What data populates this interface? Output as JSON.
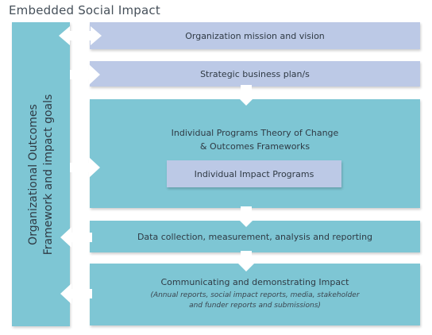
{
  "page": {
    "title": "Embedded Social Impact"
  },
  "sidebar": {
    "line1": "Organizational Outcomes",
    "line2": "Framework and impact goals"
  },
  "boxes": {
    "mission": "Organization mission and vision",
    "strategic": "Strategic business plan/s",
    "programs_line1": "Individual Programs Theory of Change",
    "programs_line2": "& Outcomes Frameworks",
    "impact_programs": "Individual Impact Programs",
    "data_collection": "Data collection, measurement,  analysis and reporting",
    "communicating": "Communicating and demonstrating Impact",
    "communicating_sub1": "(Annual reports, social impact reports, media, stakeholder",
    "communicating_sub2": "and funder reports and submissions)"
  },
  "colors": {
    "teal": "#7ec6d4",
    "lavender": "#bcc9e6",
    "arrow": "#ffffff"
  }
}
